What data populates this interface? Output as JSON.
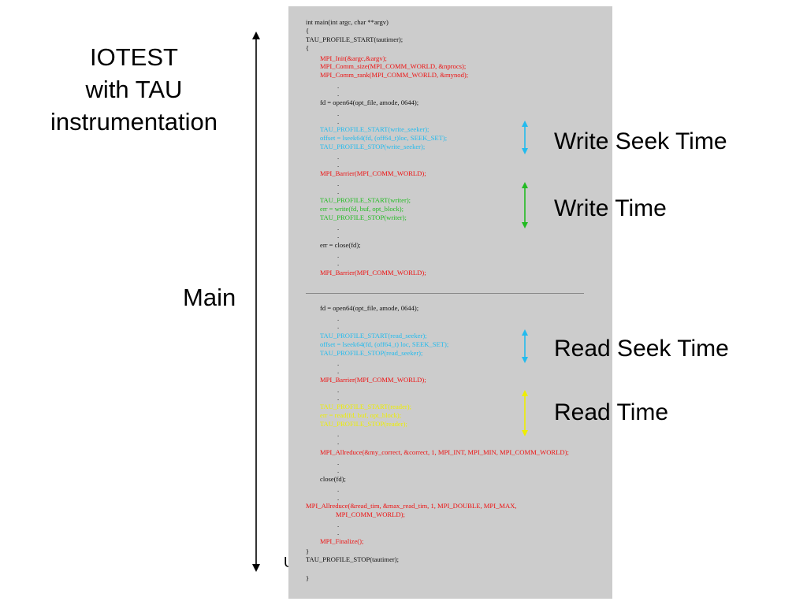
{
  "title": {
    "lines": [
      "IOTEST",
      "with TAU",
      "instrumentation"
    ]
  },
  "main_label": "Main",
  "colors": {
    "background": "#ffffff",
    "panel": "#cccccc",
    "black": "#111111",
    "red": "#ee1111",
    "cyan": "#22bbee",
    "green": "#22bb22",
    "yellow": "#eeee00"
  },
  "code": {
    "lines": [
      {
        "text": "int main(int argc, char **argv)",
        "color": "#111111"
      },
      {
        "text": "{",
        "color": "#111111"
      },
      {
        "text": "TAU_PROFILE_START(tautimer);",
        "color": "#111111"
      },
      {
        "text": "{",
        "color": "#111111"
      },
      {
        "text": "MPI_Init(&argc,&argv);",
        "color": "#ee1111"
      },
      {
        "text": "MPI_Comm_size(MPI_COMM_WORLD, &nprocs);",
        "color": "#ee1111"
      },
      {
        "text": "MPI_Comm_rank(MPI_COMM_WORLD, &mynod);",
        "color": "#ee1111"
      },
      {
        "text": ".",
        "color": "#111111"
      },
      {
        "text": ".",
        "color": "#111111"
      },
      {
        "text": "fd = open64(opt_file, amode, 0644);",
        "color": "#111111"
      },
      {
        "text": ".",
        "color": "#111111"
      },
      {
        "text": ".",
        "color": "#111111"
      },
      {
        "text": "TAU_PROFILE_START(write_seeker);",
        "color": "#22bbee"
      },
      {
        "text": "offset = lseek64(fd, (off64_t)loc, SEEK_SET);",
        "color": "#22bbee"
      },
      {
        "text": "TAU_PROFILE_STOP(write_seeker);",
        "color": "#22bbee"
      },
      {
        "text": ".",
        "color": "#111111"
      },
      {
        "text": ".",
        "color": "#111111"
      },
      {
        "text": "MPI_Barrier(MPI_COMM_WORLD);",
        "color": "#ee1111"
      },
      {
        "text": ".",
        "color": "#111111"
      },
      {
        "text": ".",
        "color": "#111111"
      },
      {
        "text": "TAU_PROFILE_START(writer);",
        "color": "#22bb22"
      },
      {
        "text": "err = write(fd, buf, opt_block);",
        "color": "#22bb22"
      },
      {
        "text": "TAU_PROFILE_STOP(writer);",
        "color": "#22bb22"
      },
      {
        "text": ".",
        "color": "#111111"
      },
      {
        "text": ".",
        "color": "#111111"
      },
      {
        "text": "err = close(fd);",
        "color": "#111111"
      },
      {
        "text": ".",
        "color": "#111111"
      },
      {
        "text": ".",
        "color": "#111111"
      },
      {
        "text": "MPI_Barrier(MPI_COMM_WORLD);",
        "color": "#ee1111"
      },
      {
        "text": "fd = open64(opt_file, amode, 0644);",
        "color": "#111111"
      },
      {
        "text": ".",
        "color": "#111111"
      },
      {
        "text": ".",
        "color": "#111111"
      },
      {
        "text": "TAU_PROFILE_START(read_seeker);",
        "color": "#22bbee"
      },
      {
        "text": "offset = lseek64(fd, (off64_t) loc, SEEK_SET);",
        "color": "#22bbee"
      },
      {
        "text": "TAU_PROFILE_STOP(read_seeker);",
        "color": "#22bbee"
      },
      {
        "text": ".",
        "color": "#111111"
      },
      {
        "text": ".",
        "color": "#111111"
      },
      {
        "text": "MPI_Barrier(MPI_COMM_WORLD);",
        "color": "#ee1111"
      },
      {
        "text": ".",
        "color": "#111111"
      },
      {
        "text": ".",
        "color": "#111111"
      },
      {
        "text": "TAU_PROFILE_START(reader);",
        "color": "#eeee00"
      },
      {
        "text": "err = read(fd, buf, opt_block);",
        "color": "#eeee00"
      },
      {
        "text": "TAU_PROFILE_STOP(reader);",
        "color": "#eeee00"
      },
      {
        "text": ".",
        "color": "#111111"
      },
      {
        "text": ".",
        "color": "#111111"
      },
      {
        "text": "MPI_Allreduce(&my_correct, &correct, 1, MPI_INT, MPI_MIN, MPI_COMM_WORLD);",
        "color": "#ee1111"
      },
      {
        "text": ".",
        "color": "#111111"
      },
      {
        "text": ".",
        "color": "#111111"
      },
      {
        "text": "close(fd);",
        "color": "#111111"
      },
      {
        "text": ".",
        "color": "#111111"
      },
      {
        "text": ".",
        "color": "#111111"
      },
      {
        "text": "MPI_Allreduce(&read_tim, &max_read_tim, 1, MPI_DOUBLE, MPI_MAX,",
        "color": "#ee1111"
      },
      {
        "text": "MPI_COMM_WORLD);",
        "color": "#ee1111"
      },
      {
        "text": ".",
        "color": "#111111"
      },
      {
        "text": ".",
        "color": "#111111"
      },
      {
        "text": "MPI_Finalize();",
        "color": "#ee1111"
      },
      {
        "text": "}",
        "color": "#111111"
      },
      {
        "text": "TAU_PROFILE_STOP(tautimer);",
        "color": "#111111"
      },
      {
        "text": "}",
        "color": "#111111"
      }
    ]
  },
  "annotations": [
    {
      "label": "Write Seek Time",
      "color": "#22bbee"
    },
    {
      "label": "Write Time",
      "color": "#22bb22"
    },
    {
      "label": "Read Seek Time",
      "color": "#22bbee"
    },
    {
      "label": "Read Time",
      "color": "#eeee00"
    }
  ],
  "cut_char": "U"
}
